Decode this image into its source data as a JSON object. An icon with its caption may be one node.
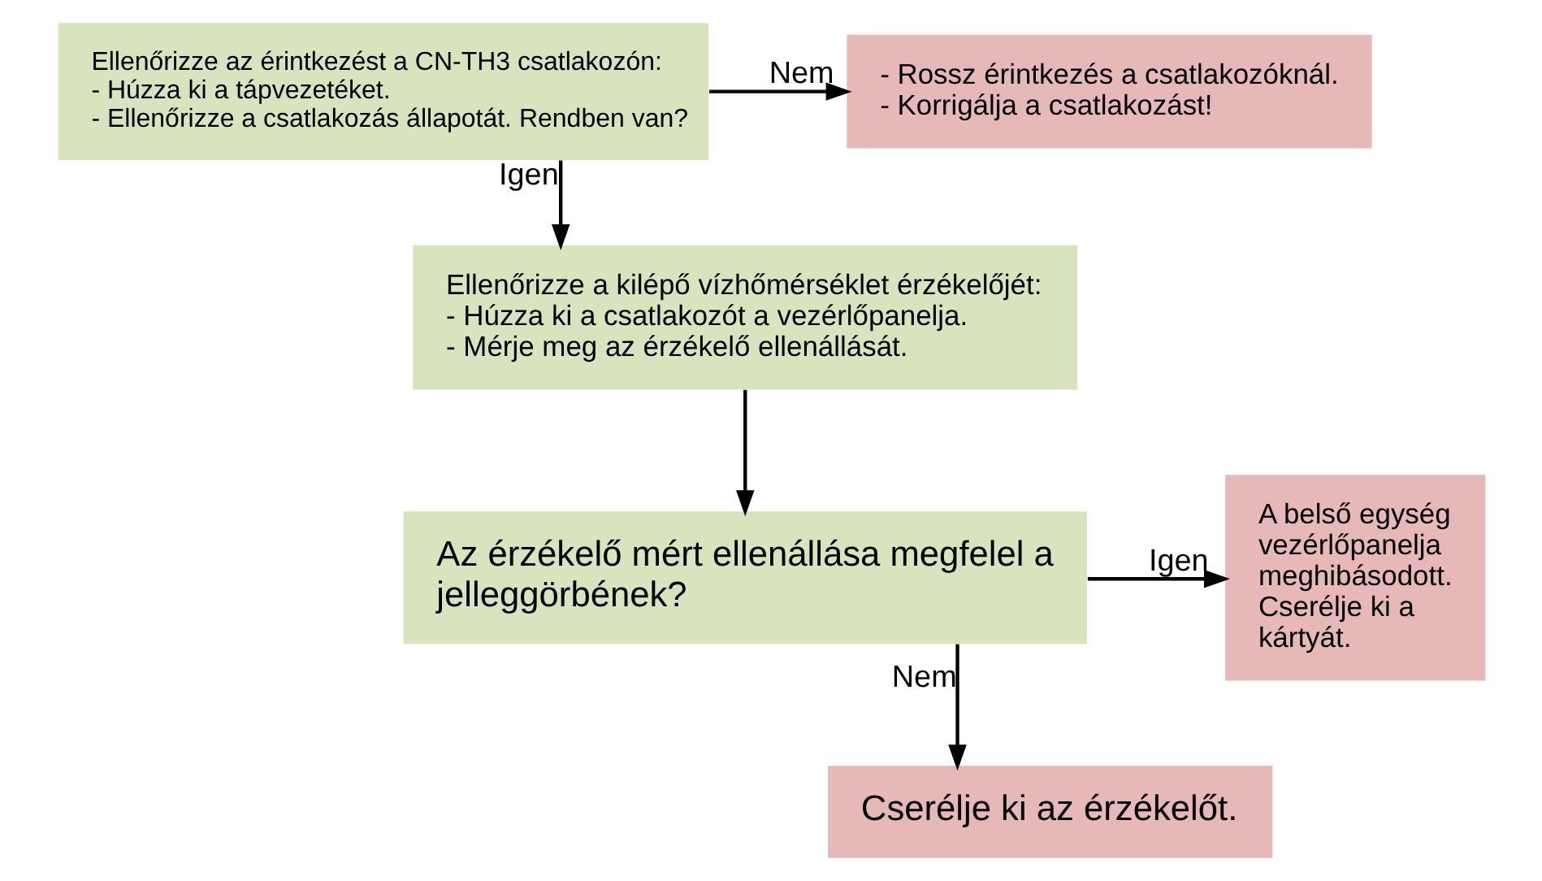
{
  "diagram": {
    "nodes": [
      {
        "text": [
          "Ellenőrizze az érintkezést a CN-TH3 csatlakozón:",
          "- Húzza ki a tápvezetéket.",
          "- Ellenőrizze a csatlakozás állapotát. Rendben van?"
        ]
      },
      {
        "text": [
          "- Rossz érintkezés a csatlakozóknál.",
          "- Korrigálja a csatlakozást!"
        ]
      },
      {
        "text": [
          "Ellenőrizze a kilépő vízhőmérséklet érzékelőjét:",
          "- Húzza ki a csatlakozót a vezérlőpanelja.",
          "- Mérje meg az érzékelő ellenállását."
        ]
      },
      {
        "text": [
          "Az érzékelő mért ellenállása megfelel a jelleggörbének?"
        ]
      },
      {
        "text": [
          "A belső egység vezérlőpanelja meghibásodott.",
          "Cserélje ki a kártyát."
        ]
      },
      {
        "text": [
          "Cserélje ki az érzékelőt."
        ]
      }
    ],
    "edges": [
      {
        "from": 0,
        "to": 1,
        "arrow": "to",
        "label": "Nem"
      },
      {
        "from": 0,
        "to": 2,
        "arrow": "to",
        "label": "Igen"
      },
      {
        "from": 2,
        "to": 3,
        "arrow": "to"
      },
      {
        "from": 3,
        "to": 4,
        "arrow": "to",
        "label": "Igen"
      },
      {
        "from": 3,
        "to": 5,
        "arrow": "to",
        "label": "Nem"
      }
    ]
  }
}
